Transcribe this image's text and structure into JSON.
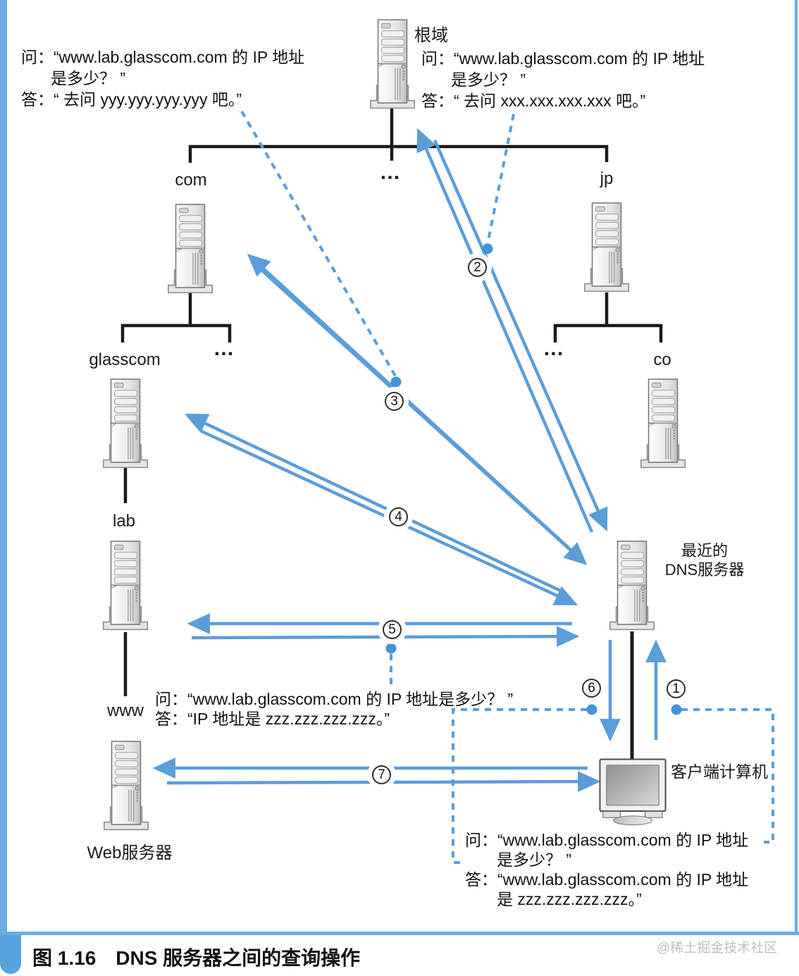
{
  "caption": "图 1.16　DNS 服务器之间的查询操作",
  "watermark": "@稀土掘金技术社区",
  "labels": {
    "root": "根域",
    "com": "com",
    "jp": "jp",
    "glasscom": "glasscom",
    "co": "co",
    "lab": "lab",
    "www": "www",
    "web_server": "Web服务器",
    "dns_line1": "最近的",
    "dns_line2": "DNS服务器",
    "client": "客户端计算机",
    "ellipsis": "…"
  },
  "texts": {
    "root_left_q1": "问：“www.lab.glasscom.com 的 IP 地址",
    "root_left_q2": "是多少？ ”",
    "root_left_a": "答：“ 去问 yyy.yyy.yyy.yyy 吧。”",
    "root_right_q1": "问：“www.lab.glasscom.com 的 IP 地址",
    "root_right_q2": "是多少？ ”",
    "root_right_a": "答：“ 去问 xxx.xxx.xxx.xxx 吧。”",
    "dns_lab_q": "问：“www.lab.glasscom.com 的 IP 地址是多少？ ”",
    "dns_lab_a": "答：“IP 地址是 zzz.zzz.zzz.zzz。”",
    "client_q1": "问：“www.lab.glasscom.com 的 IP 地址",
    "client_q2": "是多少？ ”",
    "client_a1": "答：“www.lab.glasscom.com 的 IP 地址",
    "client_a2": "是 zzz.zzz.zzz.zzz。”"
  },
  "steps": {
    "s1": "1",
    "s2": "2",
    "s3": "3",
    "s4": "4",
    "s5": "5",
    "s6": "6",
    "s7": "7"
  },
  "colors": {
    "arrow_blue": "#5b9dd8",
    "dot_blue": "#4493d6",
    "border_blue": "#69ace4",
    "line_black": "#1a1a1a"
  }
}
